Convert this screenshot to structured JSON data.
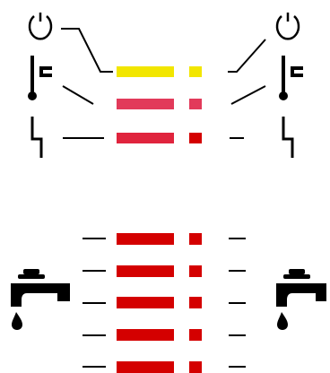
{
  "colors": {
    "ink": "#000000",
    "background": "#ffffff",
    "yellow": "#f2e600",
    "pink": "#e23a5a",
    "pink_red": "#e0243d",
    "red": "#d40000"
  },
  "icons": {
    "left_top": "power-button-icon",
    "left_middle": "thermometer-tap-icon",
    "left_bottom": "lightning-bolt-icon",
    "right_top": "power-button-icon",
    "right_middle": "thermometer-tap-icon",
    "right_bottom": "lightning-bolt-icon",
    "left_faucet": "faucet-icon",
    "right_faucet": "faucet-icon"
  },
  "indicator_rows_top": [
    {
      "name": "power",
      "color": "yellow"
    },
    {
      "name": "temperature",
      "color": "pink"
    },
    {
      "name": "electric",
      "color": "pink_red"
    }
  ],
  "indicator_rows_bottom": [
    {
      "color": "red"
    },
    {
      "color": "red"
    },
    {
      "color": "red"
    },
    {
      "color": "red"
    },
    {
      "color": "red"
    }
  ]
}
